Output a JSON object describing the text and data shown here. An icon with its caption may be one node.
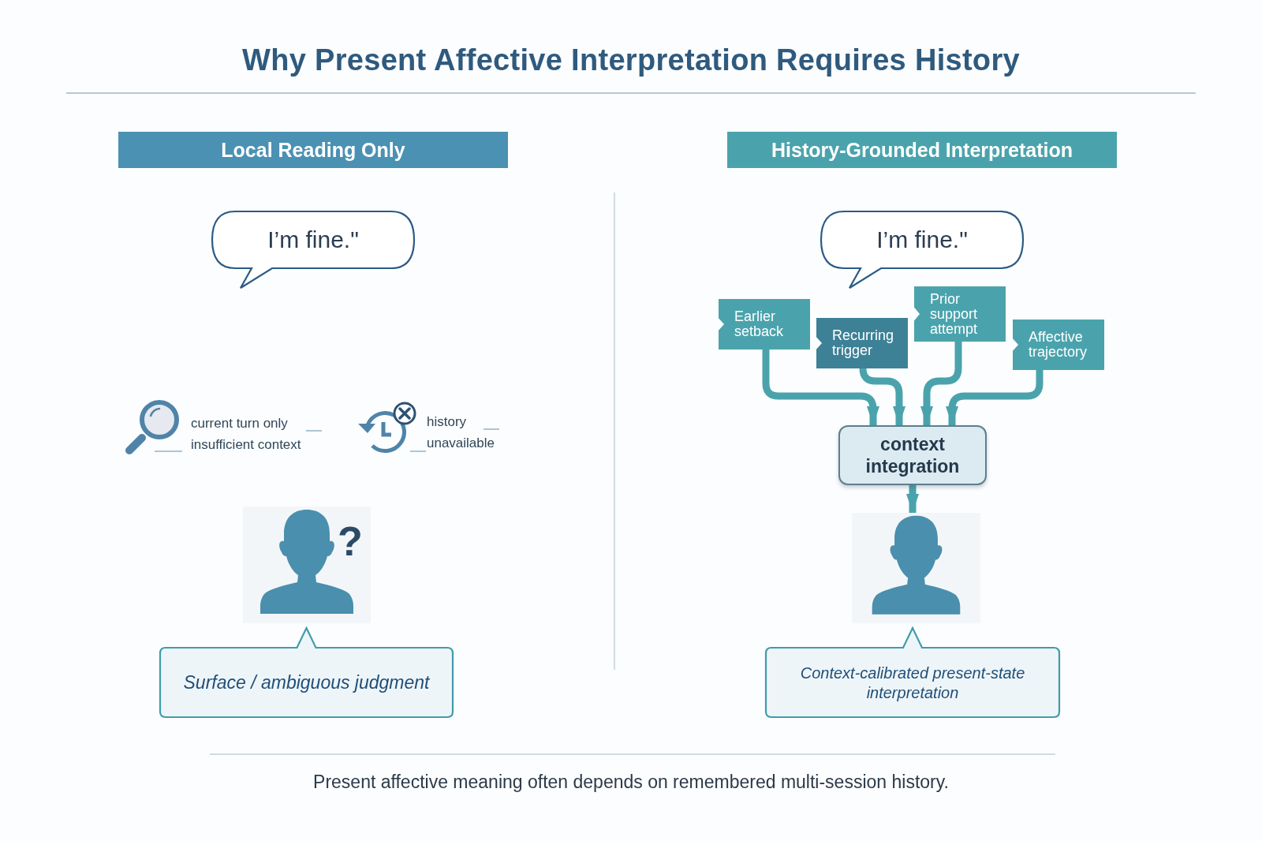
{
  "diagram": {
    "title": "Why Present Affective Interpretation Requires History",
    "caption": "Present affective meaning often depends on remembered multi-session history.",
    "nodes": [
      {
        "text": [
          "Local Reading Only"
        ]
      },
      {
        "text": [
          "History-Grounded Interpretation"
        ]
      },
      {
        "text": [
          "I’m fine.\""
        ]
      },
      {
        "text": [],
        "shape": "person"
      },
      {
        "text": [
          "Surface / ambiguous judgment"
        ]
      },
      {
        "text": [
          "I’m fine.\""
        ]
      },
      {
        "text": [
          "Earlier setback"
        ]
      },
      {
        "text": [
          "Recurring trigger"
        ]
      },
      {
        "text": [
          "Prior support attempt"
        ]
      },
      {
        "text": [
          "Affective trajectory"
        ]
      },
      {
        "text": [
          "context integration"
        ]
      },
      {
        "text": [],
        "shape": "person"
      },
      {
        "text": [
          "Context-calibrated present-state interpretation"
        ]
      }
    ],
    "edges": [
      {
        "from": 6,
        "to": 10,
        "arrow": "to"
      },
      {
        "from": 7,
        "to": 10,
        "arrow": "to"
      },
      {
        "from": 8,
        "to": 10,
        "arrow": "to"
      },
      {
        "from": 9,
        "to": 10,
        "arrow": "to"
      },
      {
        "from": 10,
        "to": 11,
        "arrow": "to"
      }
    ],
    "labels": [
      "current turn only",
      "insufficient context",
      "history",
      "unavailable",
      "?"
    ]
  }
}
